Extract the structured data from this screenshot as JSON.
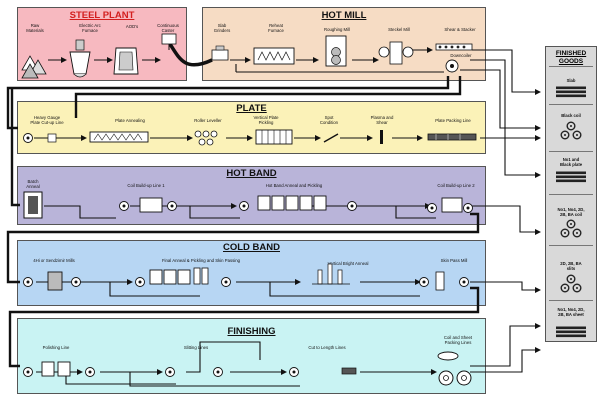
{
  "colors": {
    "steel_plant": "#f7b9c0",
    "hot_mill": "#f6dcc4",
    "plate": "#fbf2b8",
    "hot_band": "#b9b4d9",
    "cold_band": "#b7d6f3",
    "finishing": "#c9f3f3",
    "finished_goods": "#d9d9d9",
    "steel_plant_title": "#d31f1f",
    "section_title": "#111111",
    "line": "#111111"
  },
  "sections": {
    "steel_plant": {
      "title": "STEEL PLANT",
      "labels": [
        "Raw\nMaterials",
        "Electric Arc\nFurnace",
        "AOD's",
        "Continuous\nCaster"
      ]
    },
    "hot_mill": {
      "title": "HOT MILL",
      "labels": [
        "Slab\nGrinders",
        "Reheat\nFurnace",
        "Roughing Mill",
        "Steckel Mill",
        "Shear & Stacker",
        "Downcoiler"
      ]
    },
    "plate": {
      "title": "PLATE",
      "labels": [
        "Heavy Gauge\nPlate Cut-up Line",
        "Plate Annealing",
        "Roller Leveller",
        "Vertical Plate\nPickling",
        "Spot\nCondition",
        "Plasma and\nShear",
        "Plate Packing Line"
      ]
    },
    "hot_band": {
      "title": "HOT BAND",
      "labels": [
        "Batch\nAnneal",
        "Coil Build-up Line 1",
        "Hot Band Anneal and Pickling",
        "Coil Build-up Line 2"
      ]
    },
    "cold_band": {
      "title": "COLD BAND",
      "labels": [
        "4Hi or Sendzimir Mills",
        "Final Anneal & Pickling and Skin Passing",
        "Vertical Bright Anneal",
        "Skin Pass Mill"
      ]
    },
    "finishing": {
      "title": "FINISHING",
      "labels": [
        "Polishing Line",
        "Slitting Lines",
        "Cut to Length Lines",
        "Coil and Sheet\nPacking Lines"
      ]
    }
  },
  "finished_goods": {
    "title": "FINISHED\nGOODS",
    "items": [
      {
        "label": "Slab",
        "icon": "slab-stack-icon"
      },
      {
        "label": "Black coil",
        "icon": "coil-pyramid-icon"
      },
      {
        "label": "No1 and\nBlack plate",
        "icon": "plate-stack-icon"
      },
      {
        "label": "No1, No4, 2D,\n2B, BA coil",
        "icon": "coil-pyramid-icon"
      },
      {
        "label": "2D, 2B, BA\nslits",
        "icon": "coil-pyramid-icon"
      },
      {
        "label": "No1, No4, 2D,\n2B, BA sheet",
        "icon": "sheet-stack-icon"
      }
    ]
  }
}
